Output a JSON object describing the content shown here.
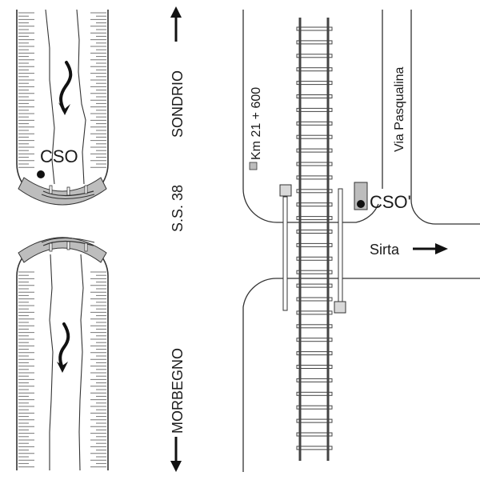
{
  "diagram": {
    "title": "Road / railway crossing layout with CSO positions",
    "direction_labels": {
      "north": "SONDRIO",
      "south": "MORBEGNO",
      "road": "S.S. 38"
    },
    "panels": {
      "upper_pipe": {
        "label": "CSO",
        "flow_direction": "down"
      },
      "lower_pipe": {
        "flow_direction": "down"
      }
    },
    "map": {
      "milestone_label": "Km 21 + 600",
      "side_road_label": "Via Pasqualina",
      "cso_label": "CSO'",
      "destination_label": "Sirta",
      "railway": "single track",
      "crossing_barriers": 2
    },
    "colors": {
      "line": "#333333",
      "fill_gray": "#bdbdbd",
      "light_gray": "#d9d9d9",
      "text": "#1a1a1a"
    }
  }
}
